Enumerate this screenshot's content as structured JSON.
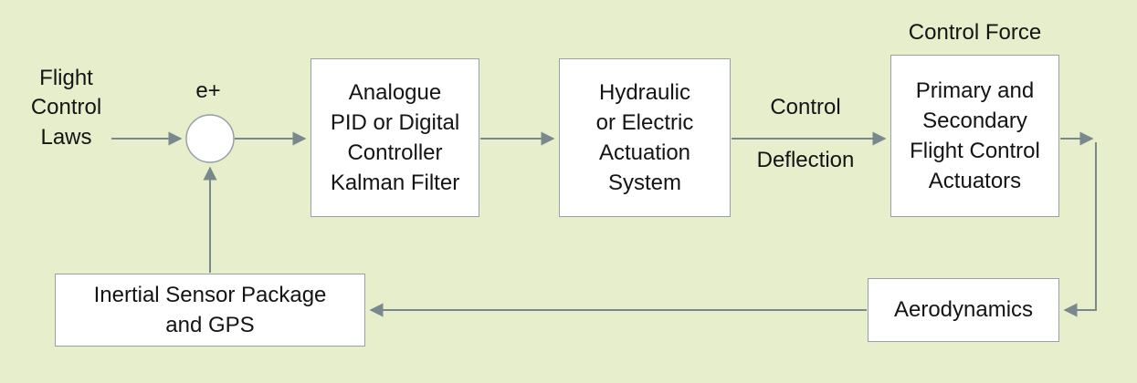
{
  "diagram": {
    "type": "control-system-block-diagram",
    "colors": {
      "background": "#e6eecb",
      "box_fill": "#ffffff",
      "box_border": "#97a1a6",
      "line": "#78888c",
      "text": "#141414"
    },
    "nodes": {
      "flight_control_laws": "Flight\nControl\nLaws",
      "summing_junction": "e+",
      "controller": "Analogue\nPID or Digital\nController\nKalman Filter",
      "actuation": "Hydraulic\nor Electric\nActuation\nSystem",
      "actuators": "Primary and\nSecondary\nFlight Control\nActuators",
      "aerodynamics": "Aerodynamics",
      "sensors": "Inertial Sensor Package\nand GPS"
    },
    "labels": {
      "control_force": "Control Force",
      "control": "Control",
      "deflection": "Deflection"
    }
  }
}
